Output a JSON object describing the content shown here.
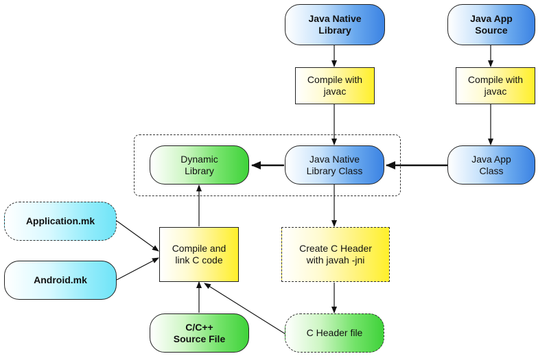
{
  "nodes": {
    "java_native_library": "Java Native\nLibrary",
    "java_app_source": "Java App\nSource",
    "compile_javac_native": "Compile with\njavac",
    "compile_javac_app": "Compile with\njavac",
    "dynamic_library": "Dynamic\nLibrary",
    "java_native_library_class": "Java Native\nLibrary Class",
    "java_app_class": "Java App\nClass",
    "application_mk": "Application.mk",
    "android_mk": "Android.mk",
    "compile_link_c": "Compile and\nlink C code",
    "create_c_header": "Create C Header\nwith javah -jni",
    "c_source_file": "C/C++\nSource File",
    "c_header_file": "C Header file"
  },
  "colors": {
    "blue_node": "#3c83e3",
    "green_node": "#3fd23a",
    "cyan_node": "#6fe4f7",
    "yellow_node": "#fff02a",
    "arrow": "#111111"
  }
}
